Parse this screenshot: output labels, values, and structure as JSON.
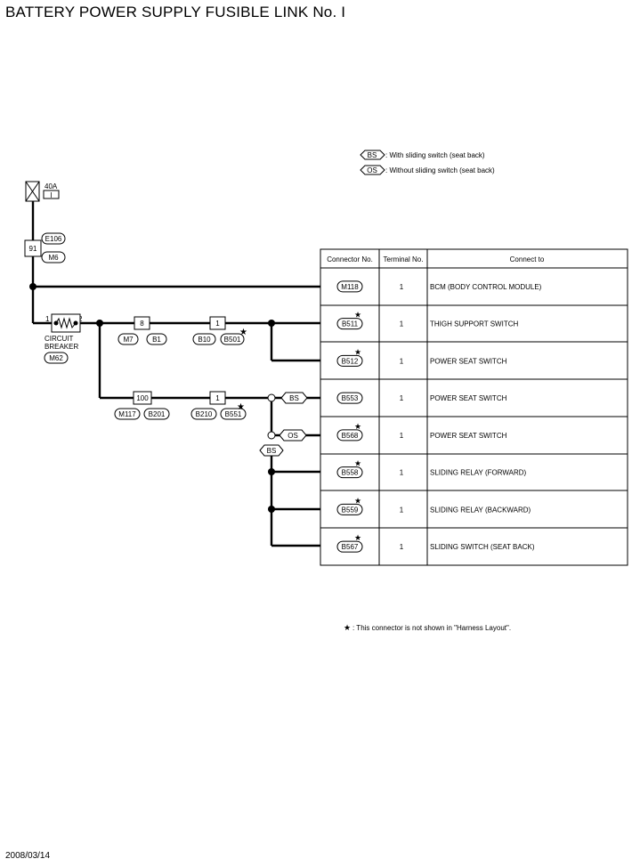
{
  "title": "BATTERY POWER SUPPLY FUSIBLE LINK No. I",
  "footer_date": "2008/03/14",
  "legend": {
    "bs_code": "BS",
    "bs_text": ": With sliding switch (seat back)",
    "os_code": "OS",
    "os_text": ": Without sliding switch (seat back)",
    "note_text": ": This connector is not shown in \"Harness Layout\"."
  },
  "fuse": {
    "rating": "40A",
    "id": "I"
  },
  "junction": {
    "terminal": "91",
    "connectors": [
      "E106",
      "M6"
    ]
  },
  "breaker": {
    "pin1": "1",
    "pin2": "2",
    "label1": "CIRCUIT",
    "label2": "BREAKER",
    "connector": "M62"
  },
  "inline_connectors": [
    {
      "terminal": "8",
      "connectors": [
        "M7",
        "B1"
      ]
    },
    {
      "terminal": "1",
      "connectors": [
        "B10",
        "B501"
      ]
    },
    {
      "terminal": "100",
      "connectors": [
        "M117",
        "B201"
      ]
    },
    {
      "terminal": "1",
      "connectors": [
        "B210",
        "B551"
      ]
    }
  ],
  "option_tags": {
    "upper": "BS",
    "lower": "OS",
    "branch": "BS"
  },
  "table": {
    "headers": {
      "connector": "Connector No.",
      "terminal": "Terminal No.",
      "connect_to": "Connect to"
    },
    "rows": [
      {
        "connector": "M118",
        "terminal": "1",
        "connect_to": "BCM (BODY CONTROL MODULE)",
        "star": false
      },
      {
        "connector": "B511",
        "terminal": "1",
        "connect_to": "THIGH SUPPORT SWITCH",
        "star": true
      },
      {
        "connector": "B512",
        "terminal": "1",
        "connect_to": "POWER SEAT SWITCH",
        "star": true
      },
      {
        "connector": "B553",
        "terminal": "1",
        "connect_to": "POWER SEAT SWITCH",
        "star": false
      },
      {
        "connector": "B568",
        "terminal": "1",
        "connect_to": "POWER SEAT SWITCH",
        "star": true
      },
      {
        "connector": "B558",
        "terminal": "1",
        "connect_to": "SLIDING RELAY (FORWARD)",
        "star": true
      },
      {
        "connector": "B559",
        "terminal": "1",
        "connect_to": "SLIDING RELAY (BACKWARD)",
        "star": true
      },
      {
        "connector": "B567",
        "terminal": "1",
        "connect_to": "SLIDING SWITCH (SEAT BACK)",
        "star": true
      }
    ]
  }
}
